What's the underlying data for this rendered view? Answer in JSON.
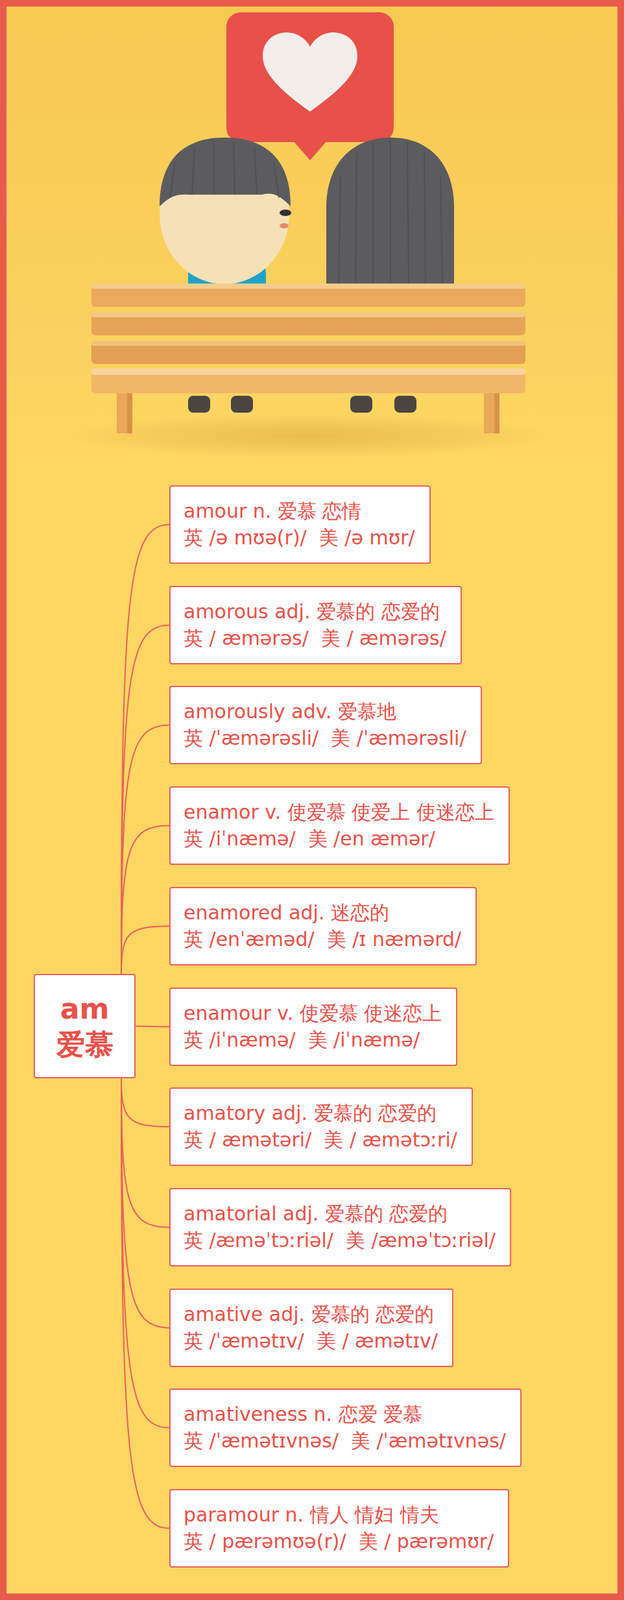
{
  "diagram": {
    "nodes": [
      {
        "text": [
          "am",
          "爱慕"
        ]
      },
      {
        "text": [
          "amour n. 爱慕 恋情",
          "英 /ə mʊə(r)/  美 /ə mʊr/"
        ]
      },
      {
        "text": [
          "amorous adj. 爱慕的 恋爱的",
          "英 / æmərəs/  美 / æmərəs/"
        ]
      },
      {
        "text": [
          "amorously adv. 爱慕地",
          "英 /ˈæmərəsli/  美 /ˈæmərəsli/"
        ]
      },
      {
        "text": [
          "enamor v. 使爱慕 使爱上 使迷恋上",
          "英 /iˈnæmə/  美 /en æmər/"
        ]
      },
      {
        "text": [
          "enamored adj. 迷恋的",
          "英 /enˈæməd/  美 /ɪ næmərd/"
        ]
      },
      {
        "text": [
          "enamour v. 使爱慕 使迷恋上",
          "英 /iˈnæmə/  美 /iˈnæmə/"
        ]
      },
      {
        "text": [
          "amatory adj. 爱慕的 恋爱的",
          "英 / æmətəri/  美 / æmətɔːri/"
        ]
      },
      {
        "text": [
          "amatorial adj. 爱慕的 恋爱的",
          "英 /æməˈtɔːriəl/  美 /æməˈtɔːriəl/"
        ]
      },
      {
        "text": [
          "amative adj. 爱慕的 恋爱的",
          "英 /ˈæmətɪv/  美 / æmətɪv/"
        ]
      },
      {
        "text": [
          "amativeness n. 恋爱 爱慕",
          "英 /ˈæmətɪvnəs/  美 /ˈæmətɪvnəs/"
        ]
      },
      {
        "text": [
          "paramour n. 情人 情妇 情夫",
          "英 / pærəmʊə(r)/  美 / pærəmʊr/"
        ]
      }
    ],
    "edges": [
      {
        "from": 0,
        "to": 1,
        "arrow": "none"
      },
      {
        "from": 0,
        "to": 2,
        "arrow": "none"
      },
      {
        "from": 0,
        "to": 3,
        "arrow": "none"
      },
      {
        "from": 0,
        "to": 4,
        "arrow": "none"
      },
      {
        "from": 0,
        "to": 5,
        "arrow": "none"
      },
      {
        "from": 0,
        "to": 6,
        "arrow": "none"
      },
      {
        "from": 0,
        "to": 7,
        "arrow": "none"
      },
      {
        "from": 0,
        "to": 8,
        "arrow": "none"
      },
      {
        "from": 0,
        "to": 9,
        "arrow": "none"
      },
      {
        "from": 0,
        "to": 10,
        "arrow": "none"
      },
      {
        "from": 0,
        "to": 11,
        "arrow": "none"
      }
    ]
  }
}
